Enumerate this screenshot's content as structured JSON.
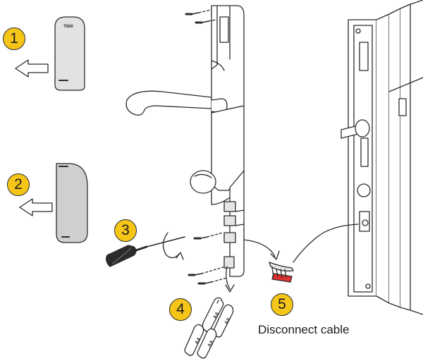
{
  "colors": {
    "accent": "#f5c518",
    "part_fill": "#ffffff",
    "module_fill": "#d9d9d9",
    "outline": "#2b2b2b",
    "cable_connector": "#e03030"
  },
  "steps": [
    {
      "number": "1"
    },
    {
      "number": "2"
    },
    {
      "number": "3"
    },
    {
      "number": "4"
    },
    {
      "number": "5"
    }
  ],
  "cover_logo": "Yale",
  "battery_label": "AA",
  "caption": "Disconnect cable"
}
